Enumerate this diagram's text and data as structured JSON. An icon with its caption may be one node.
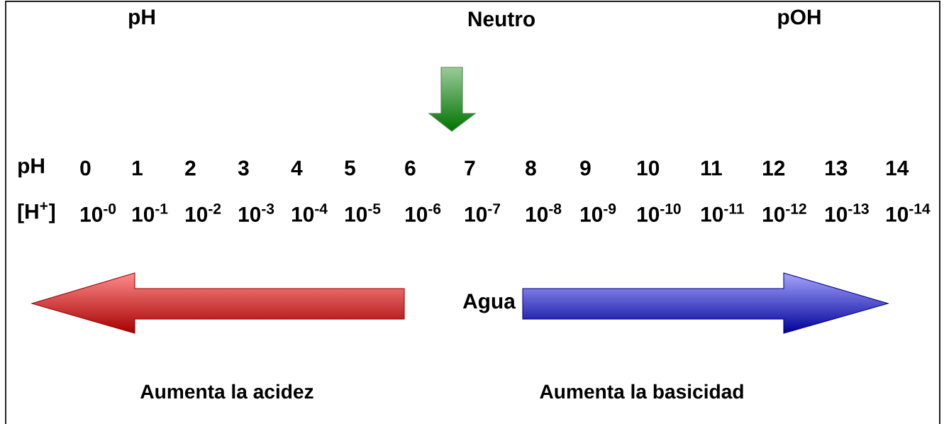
{
  "diagram": {
    "labels": [
      "pH",
      "Neutro",
      "pOH",
      "pH",
      "0",
      "1",
      "2",
      "3",
      "4",
      "5",
      "6",
      "7",
      "8",
      "9",
      "10",
      "11",
      "12",
      "13",
      "14",
      "[H$^{+}$]",
      "10$^{-0}$",
      "10$^{-1}$",
      "10$^{-2}$",
      "10$^{-3}$",
      "10$^{-4}$",
      "10$^{-5}$",
      "10$^{-6}$",
      "10$^{-7}$",
      "10$^{-8}$",
      "10$^{-9}$",
      "10$^{-10}$",
      "10$^{-11}$",
      "10$^{-12}$",
      "10$^{-13}$",
      "10$^{-14}$",
      "Agua",
      "Aumenta la acidez",
      "Aumenta la basicidad"
    ]
  }
}
